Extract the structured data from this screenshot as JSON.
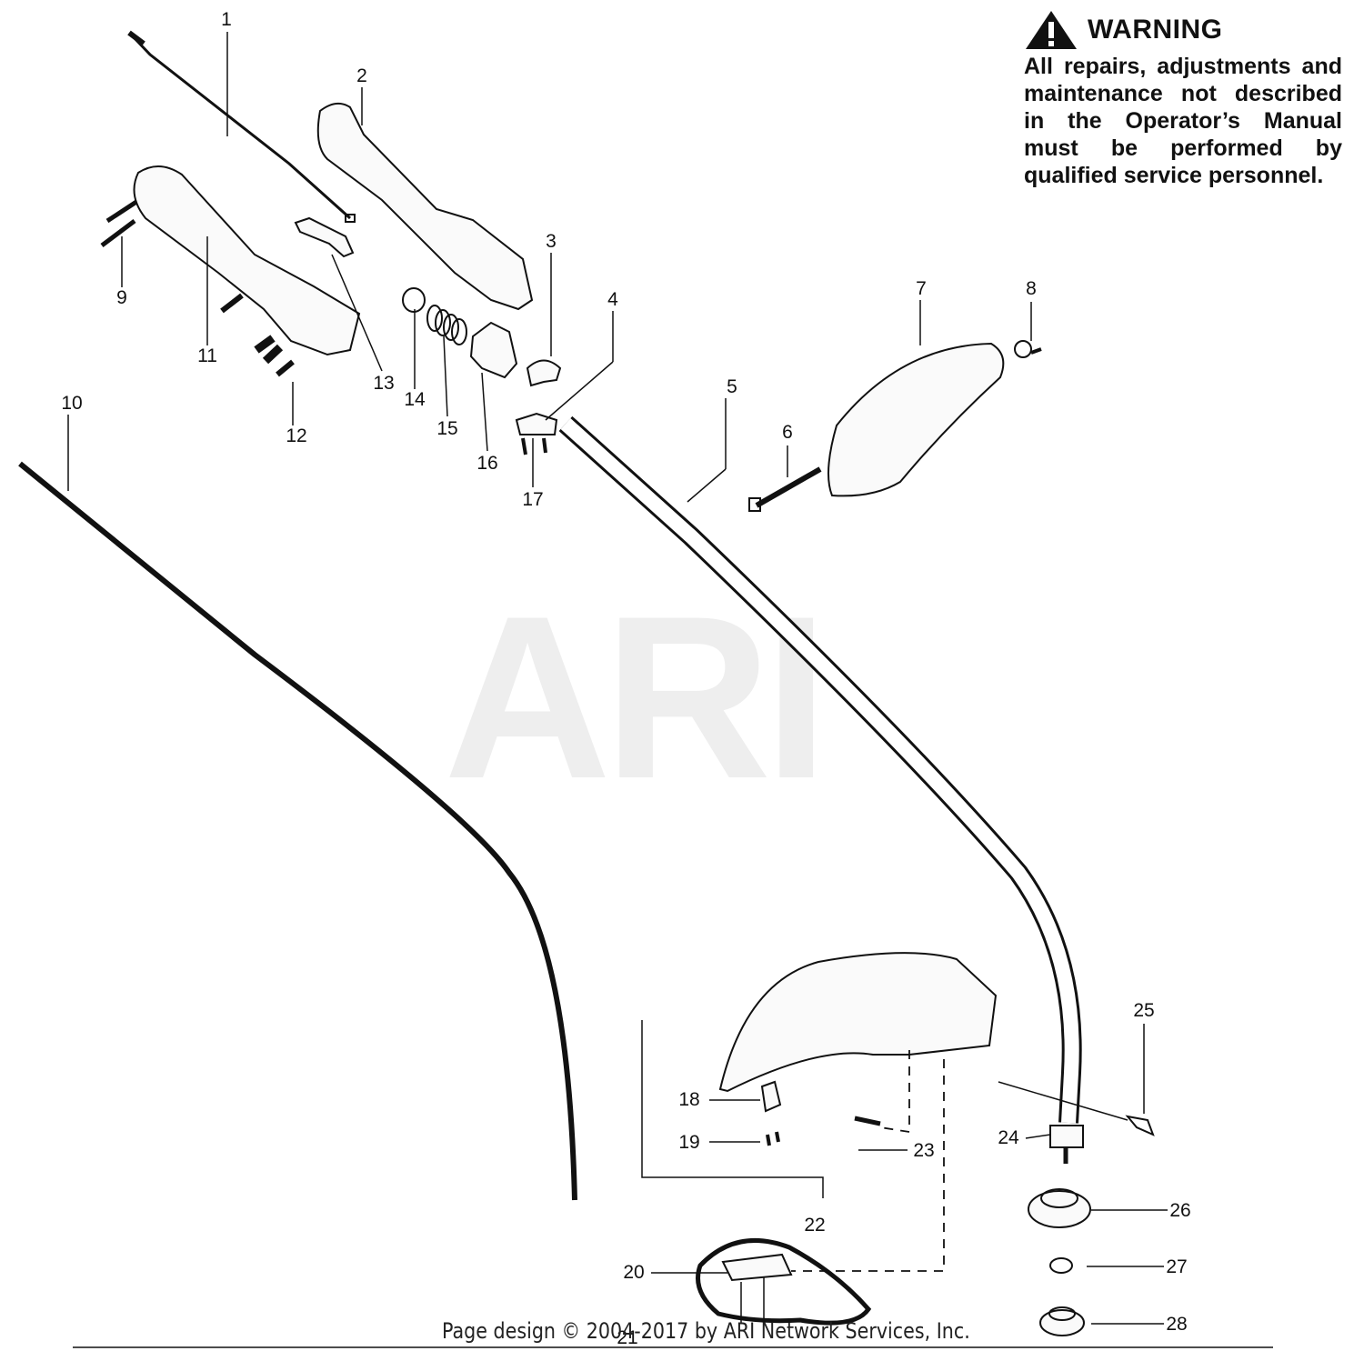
{
  "watermark": {
    "text": "ARI"
  },
  "warning": {
    "title": "WARNING",
    "icon": "warning-triangle-icon",
    "text": "All repairs, adjustments and maintenance not described in the Operator’s Manual must be performed by qualified service personnel."
  },
  "callouts": [
    {
      "id": "1",
      "label": "1"
    },
    {
      "id": "2",
      "label": "2"
    },
    {
      "id": "3",
      "label": "3"
    },
    {
      "id": "4",
      "label": "4"
    },
    {
      "id": "5",
      "label": "5"
    },
    {
      "id": "6",
      "label": "6"
    },
    {
      "id": "7",
      "label": "7"
    },
    {
      "id": "8",
      "label": "8"
    },
    {
      "id": "9",
      "label": "9"
    },
    {
      "id": "10",
      "label": "10"
    },
    {
      "id": "11",
      "label": "11"
    },
    {
      "id": "12",
      "label": "12"
    },
    {
      "id": "13",
      "label": "13"
    },
    {
      "id": "14",
      "label": "14"
    },
    {
      "id": "15",
      "label": "15"
    },
    {
      "id": "16",
      "label": "16"
    },
    {
      "id": "17",
      "label": "17"
    },
    {
      "id": "18",
      "label": "18"
    },
    {
      "id": "19",
      "label": "19"
    },
    {
      "id": "20",
      "label": "20"
    },
    {
      "id": "21",
      "label": "21"
    },
    {
      "id": "22",
      "label": "22"
    },
    {
      "id": "23",
      "label": "23"
    },
    {
      "id": "24",
      "label": "24"
    },
    {
      "id": "25",
      "label": "25"
    },
    {
      "id": "26",
      "label": "26"
    },
    {
      "id": "27",
      "label": "27"
    },
    {
      "id": "28",
      "label": "28"
    }
  ],
  "footer": {
    "copyright": "Page design © 2004-2017 by ARI Network Services, Inc."
  }
}
